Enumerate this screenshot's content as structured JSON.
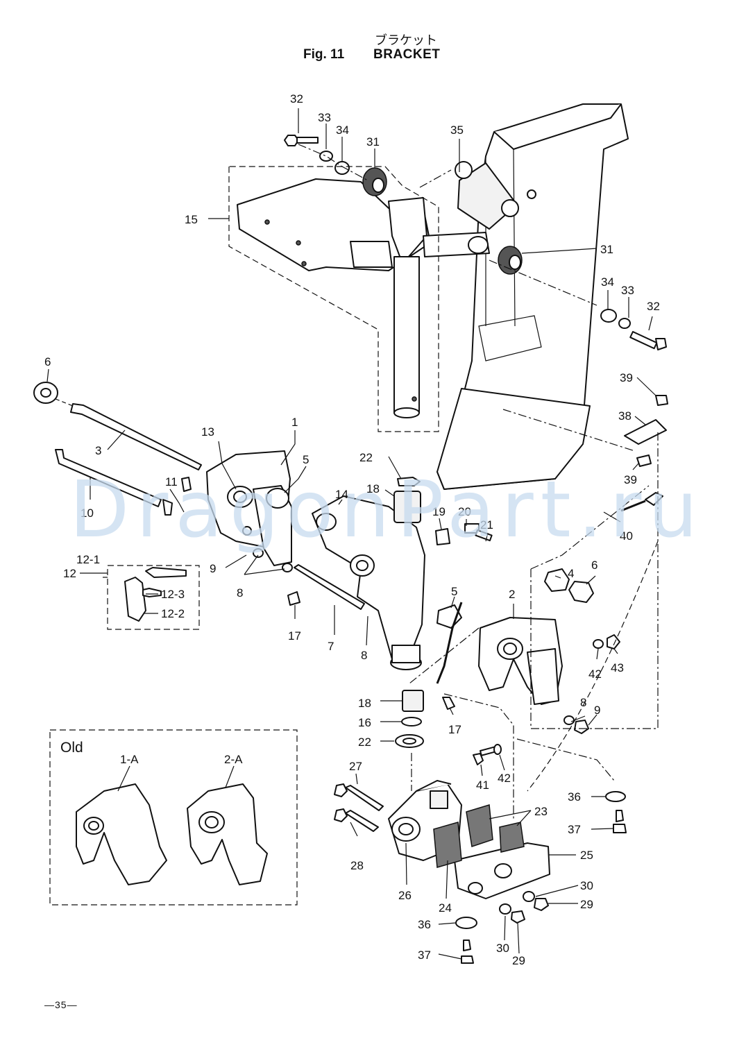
{
  "title": {
    "japanese": "ブラケット",
    "figure": "Fig. 11",
    "name": "BRACKET"
  },
  "watermark": "DragonPart.ru",
  "old_inset": {
    "label": "Old",
    "parts": [
      "1-A",
      "2-A"
    ]
  },
  "page_number": "—35—",
  "callouts": [
    "32",
    "33",
    "34",
    "31",
    "35",
    "15",
    "31",
    "34",
    "33",
    "32",
    "6",
    "3",
    "13",
    "1",
    "5",
    "11",
    "10",
    "22",
    "18",
    "14",
    "19",
    "20",
    "21",
    "39",
    "38",
    "39",
    "40",
    "12-1",
    "12",
    "12-3",
    "12-2",
    "9",
    "8",
    "17",
    "7",
    "8",
    "5",
    "4",
    "6",
    "2",
    "42",
    "43",
    "18",
    "16",
    "17",
    "8",
    "9",
    "22",
    "41",
    "42",
    "27",
    "28",
    "23",
    "25",
    "26",
    "24",
    "30",
    "29",
    "36",
    "37",
    "36",
    "37",
    "30",
    "29"
  ]
}
